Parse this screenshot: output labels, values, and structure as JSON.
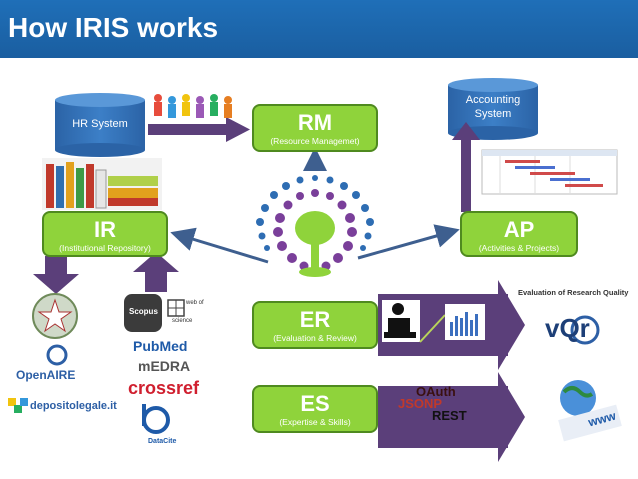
{
  "header": {
    "title": "How IRIS works"
  },
  "nodes": {
    "hr": {
      "label": "HR System"
    },
    "accounting": {
      "label_line1": "Accounting",
      "label_line2": "System"
    },
    "rm": {
      "abbr": "RM",
      "full": "(Resource Managemet)"
    },
    "ir": {
      "abbr": "IR",
      "full": "(Institutional Repository)"
    },
    "ap": {
      "abbr": "AP",
      "full": "(Activities & Projects)"
    },
    "er": {
      "abbr": "ER",
      "full": "(Evaluation & Review)"
    },
    "es": {
      "abbr": "ES",
      "full": "(Expertise & Skills)"
    }
  },
  "banner": {
    "vqr_caption": "Evaluation of Research Quality",
    "vqr_logo": "vQr"
  },
  "logos": {
    "scopus": "Scopus",
    "wos_line1": "web of",
    "wos_line2": "science",
    "pubmed": "PubMed",
    "medra": "mEDRA",
    "crossref": "crossref",
    "datacite": "DataCite",
    "openaire": "OpenAIRE",
    "deposito": "depositolegale.it",
    "oauth": "OAuth",
    "jsonp": "JSONP",
    "rest": "REST",
    "www": "www"
  },
  "colors": {
    "header": "#1f6fb8",
    "box_fill": "#8fd33b",
    "box_border": "#4f8a1f",
    "cylinder": "#2e6db3",
    "arrow": "#5b3f7a",
    "connector": "#3e5f8f"
  }
}
